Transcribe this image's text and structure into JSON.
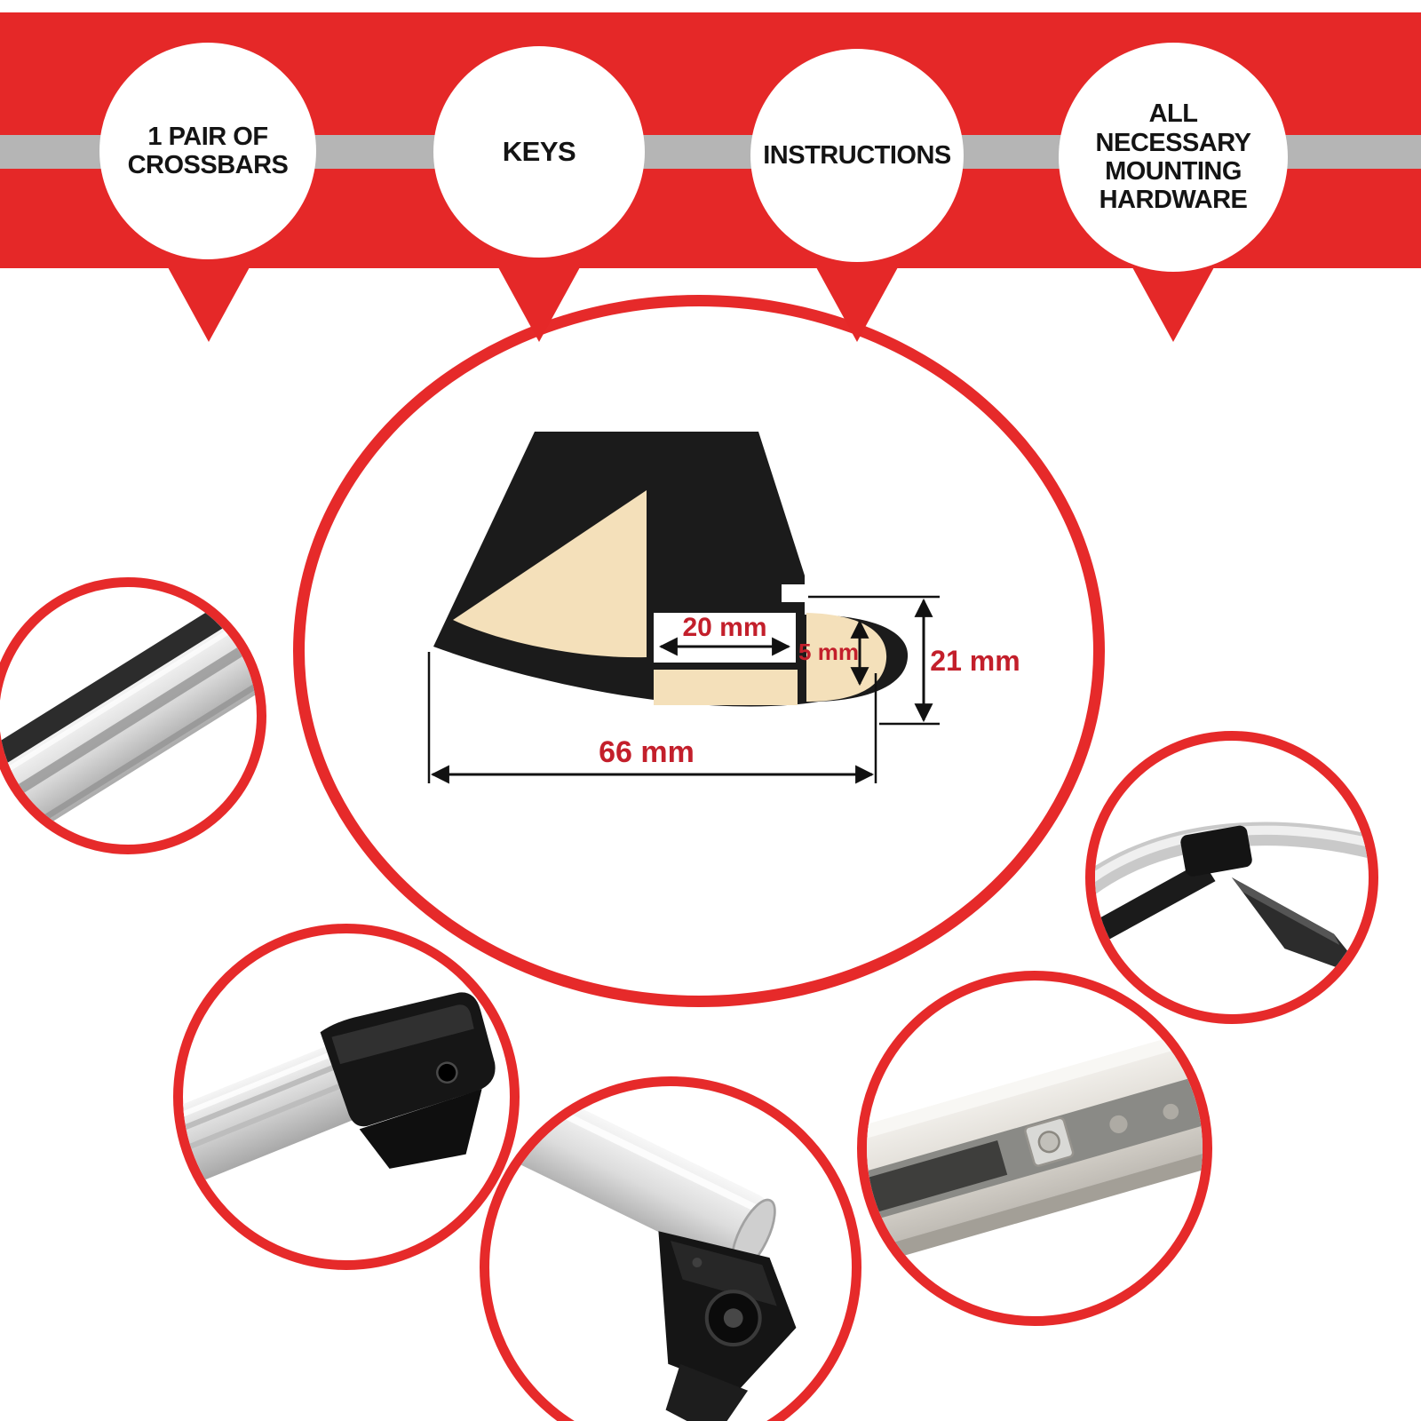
{
  "banner": {
    "items": [
      {
        "label": "1 PAIR OF CROSSBARS"
      },
      {
        "label": "KEYS"
      },
      {
        "label": "INSTRUCTIONS"
      },
      {
        "label": "ALL NECESSARY MOUNTING HARDWARE"
      }
    ]
  },
  "diagram": {
    "dimensions": {
      "slot_width": "20 mm",
      "slot_height": "5 mm",
      "profile_height": "21 mm",
      "profile_width": "66 mm"
    }
  },
  "photos": [
    {
      "name": "crossbar-profile-end-view"
    },
    {
      "name": "crossbar-end-cap"
    },
    {
      "name": "crossbar-mounting-clamp"
    },
    {
      "name": "crossbar-t-slot-channel-with-bolt"
    },
    {
      "name": "crossbar-mounted-on-roof-rail"
    }
  ],
  "colors": {
    "banner_red": "#e52828",
    "stripe_gray": "#b5b5b5",
    "dimension_red": "#c31f2b",
    "profile_black": "#1b1b1b",
    "profile_beige": "#f4e0ba"
  }
}
